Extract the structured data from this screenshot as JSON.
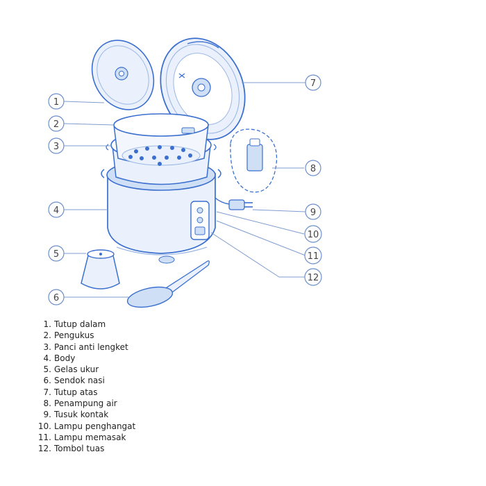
{
  "colors": {
    "line": "#3b6fcf",
    "line_light": "#9cb7e6",
    "fill_light": "#eaf1fc",
    "fill_mid": "#cfdff6",
    "leader": "#7e9bd1",
    "callout_stroke": "#6b8fcc"
  },
  "callouts": [
    {
      "n": "1"
    },
    {
      "n": "2"
    },
    {
      "n": "3"
    },
    {
      "n": "4"
    },
    {
      "n": "5"
    },
    {
      "n": "6"
    },
    {
      "n": "7"
    },
    {
      "n": "8"
    },
    {
      "n": "9"
    },
    {
      "n": "10"
    },
    {
      "n": "11"
    },
    {
      "n": "12"
    }
  ],
  "legend": [
    {
      "num": "1.",
      "label": "Tutup dalam"
    },
    {
      "num": "2.",
      "label": "Pengukus"
    },
    {
      "num": "3.",
      "label": "Panci anti lengket"
    },
    {
      "num": "4.",
      "label": "Body"
    },
    {
      "num": "5.",
      "label": "Gelas ukur"
    },
    {
      "num": "6.",
      "label": "Sendok nasi"
    },
    {
      "num": "7.",
      "label": "Tutup atas"
    },
    {
      "num": "8.",
      "label": "Penampung air"
    },
    {
      "num": "9.",
      "label": "Tusuk kontak"
    },
    {
      "num": "10.",
      "label": "Lampu penghangat"
    },
    {
      "num": "11.",
      "label": "Lampu memasak"
    },
    {
      "num": "12.",
      "label": "Tombol tuas"
    }
  ]
}
